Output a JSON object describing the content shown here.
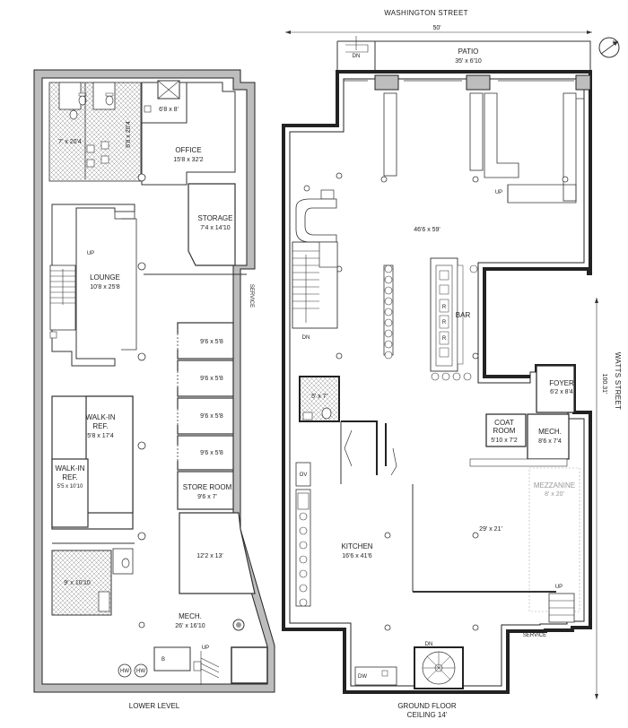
{
  "street_top": "WASHINGTON STREET",
  "street_side": "WATTS STREET",
  "width_dim": "50'",
  "depth_dim": "100.31'",
  "lower_level": {
    "caption": "LOWER LEVEL",
    "rooms": {
      "restroom_area": "7' x 20'4",
      "restroom_area2": "6'8 x 20'4",
      "small_room": "6'8 x 8'",
      "office_name": "OFFICE",
      "office_dim": "15'8 x 32'2",
      "storage_name": "STORAGE",
      "storage_dim": "7'4 x 14'10",
      "lounge_name": "LOUNGE",
      "lounge_dim": "10'8 x 25'8",
      "service": "SERVICE",
      "cage1": "9'6 x 5'8",
      "cage2": "9'6 x 5'8",
      "cage3": "9'6 x 5'8",
      "cage4": "9'6 x 5'8",
      "walkin1_a": "WALK-IN",
      "walkin1_b": "REF.",
      "walkin1_dim": "5'8 x 17'4",
      "walkin2_a": "WALK-IN",
      "walkin2_b": "REF.",
      "walkin2_dim": "5'5 x 10'10",
      "store_room_name": "STORE ROOM",
      "store_room_dim": "9'6 x 7'",
      "room_12": "12'2 x 13'",
      "wet_room": "9' x 10'10",
      "mech_name": "MECH.",
      "mech_dim": "26' x 16'10",
      "up": "UP",
      "hw1": "HW",
      "hw2": "HW",
      "b": "B"
    }
  },
  "ground_floor": {
    "caption_line1": "GROUND FLOOR",
    "caption_line2": "CEILING 14'",
    "rooms": {
      "patio_name": "PATIO",
      "patio_dim": "35' x 6'10",
      "dn_top": "DN",
      "main_dim": "46'6 x 59'",
      "up_booth": "UP",
      "dn_stair": "DN",
      "bar": "BAR",
      "r1": "R",
      "r2": "R",
      "r3": "R",
      "wc_dim": "5' x 7'",
      "foyer_name": "FOYER",
      "foyer_dim": "6'2 x 8'4",
      "coat_name": "COAT",
      "coat_name2": "ROOM",
      "coat_dim": "5'10 x 7'2",
      "mech_name": "MECH.",
      "mech_dim": "8'6 x 7'4",
      "mezz_name": "MEZZANINE",
      "mezz_dim": "8' x 20'",
      "kitchen_name": "KITCHEN",
      "kitchen_dim": "16'6 x 41'6",
      "ov": "OV",
      "dining_dim": "29' x 21'",
      "up_mezz": "UP",
      "service": "SERVICE",
      "dn_spiral": "DN",
      "dw": "DW"
    }
  },
  "compass": {
    "n": "N"
  }
}
